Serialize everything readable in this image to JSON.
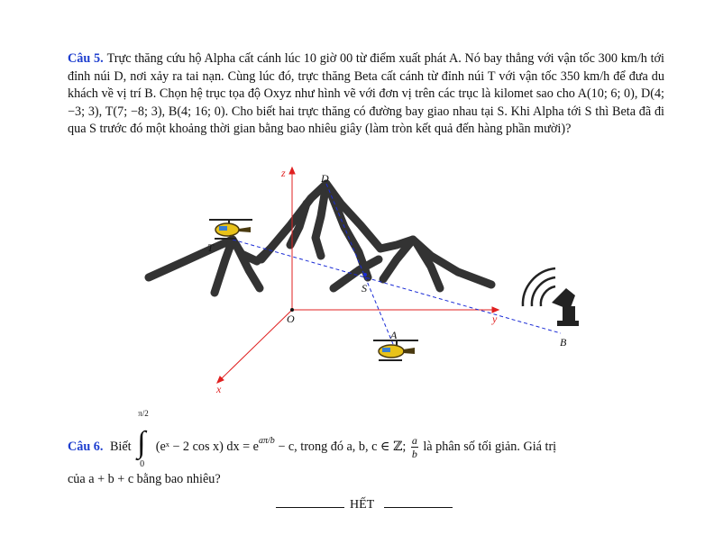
{
  "q5": {
    "label": "Câu 5.",
    "text": "Trực thăng cứu hộ Alpha cất cánh lúc 10 giờ 00 từ điểm xuất phát A. Nó bay thẳng với vận tốc 300 km/h tới đỉnh núi D, nơi xảy ra tai nạn. Cùng lúc đó, trực thăng Beta cất cánh từ đỉnh núi T với vận tốc 350 km/h để đưa du khách về vị trí B. Chọn hệ trục tọa độ Oxyz như hình vẽ với đơn vị trên các trục là kilomet sao cho A(10; 6; 0), D(4; −3; 3), T(7; −8; 3), B(4; 16; 0). Cho biết hai trực thăng có đường bay giao nhau tại S. Khi Alpha tới S thì Beta đã đi qua S trước đó một khoảng thời gian bằng bao nhiêu giây (làm tròn kết quả đến hàng phần mười)?"
  },
  "figure": {
    "labels": {
      "z": "z",
      "y": "y",
      "x": "x",
      "O": "O",
      "D": "D",
      "T": "T",
      "S": "S",
      "A": "A",
      "B": "B"
    },
    "colors": {
      "axis": "#e02020",
      "path": "#1a2bd6",
      "mountain": "#333333",
      "heli_body": "#e8c21a",
      "heli_dark": "#4a3a10"
    }
  },
  "q6": {
    "label": "Câu 6.",
    "biet": "Biết",
    "upper": "π/2",
    "lower": "0",
    "integrand": "(eˣ − 2 cos x) dx = e",
    "exp": "aπ/b",
    "minus_c": " − c, trong đó a, b, c ∈ ℤ;",
    "frac_num": "a",
    "frac_den": "b",
    "tail": "là phân số tối giản. Giá trị",
    "line2": "của a + b + c bằng bao nhiêu?"
  },
  "footer": {
    "end": "HẾT"
  }
}
